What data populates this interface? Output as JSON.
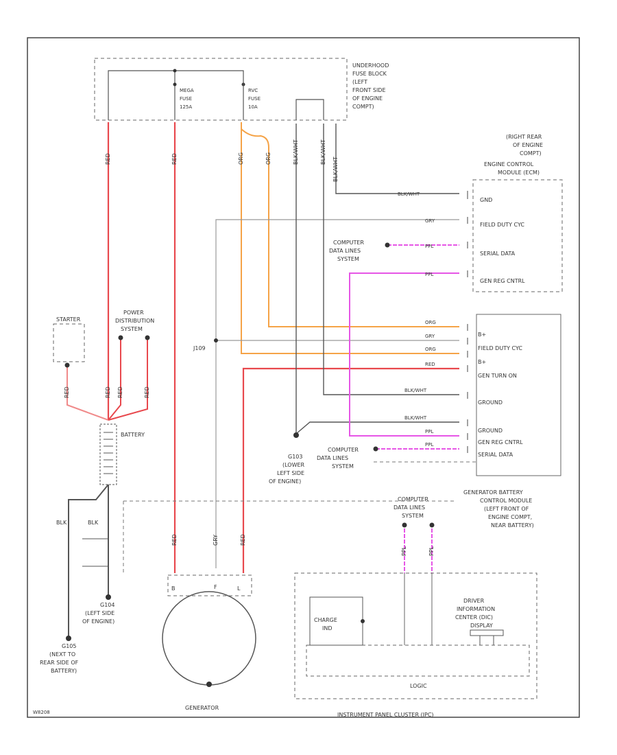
{
  "colors": {
    "red": "#e8484d",
    "red_light": "#f08a8a",
    "orange": "#f5a347",
    "magenta": "#e655e6",
    "black": "#333333",
    "gray": "#999999",
    "frame": "#444444"
  },
  "underhood_fuse_block": {
    "label": [
      "UNDERHOOD",
      "FUSE BLOCK",
      "(LEFT",
      "FRONT SIDE",
      "OF ENGINE",
      "COMPT)"
    ]
  },
  "fuses": [
    {
      "label": [
        "MEGA",
        "FUSE",
        "125A"
      ]
    },
    {
      "label": [
        "RVC",
        "FUSE",
        "10A"
      ]
    }
  ],
  "ecm": {
    "location": [
      "(RIGHT REAR",
      "OF ENGINE",
      "COMPT)"
    ],
    "name": [
      "ENGINE CONTROL",
      "MODULE (ECM)"
    ],
    "pins": [
      {
        "label": "GND",
        "wire": "BLK/WHT"
      },
      {
        "label": "FIELD DUTY CYC",
        "wire": "GRY"
      },
      {
        "label": "SERIAL DATA",
        "wire": "PPL"
      },
      {
        "label": "GEN REG CNTRL",
        "wire": "PPL"
      }
    ]
  },
  "gbcm": {
    "pins": [
      {
        "label": "B+",
        "wire": "ORG"
      },
      {
        "label": "FIELD DUTY CYC",
        "wire": "GRY"
      },
      {
        "label": "B+",
        "wire": "ORG"
      },
      {
        "label": "GEN TURN ON",
        "wire": "RED"
      },
      {
        "label": "GROUND",
        "wire": "BLK/WHT"
      },
      {
        "label": "GROUND",
        "wire": "BLK/WHT"
      },
      {
        "label": "GEN REG CNTRL",
        "wire": "PPL"
      },
      {
        "label": "SERIAL DATA",
        "wire": "PPL"
      }
    ],
    "name": [
      "GENERATOR BATTERY",
      "CONTROL MODULE",
      "(LEFT FRONT OF",
      "ENGINE COMPT,",
      "NEAR BATTERY)"
    ]
  },
  "computer_data_lines": [
    "COMPUTER",
    "DATA LINES",
    "SYSTEM"
  ],
  "starter": "STARTER",
  "power_distribution": [
    "POWER",
    "DISTRIBUTION",
    "SYSTEM"
  ],
  "battery": "BATTERY",
  "junction": "J109",
  "ground_g103": [
    "G103",
    "(LOWER",
    "LEFT SIDE",
    "OF ENGINE)"
  ],
  "ground_g104": [
    "G104",
    "(LEFT SIDE",
    "OF ENGINE)"
  ],
  "ground_g105": [
    "G105",
    "(NEXT TO",
    "REAR SIDE OF",
    "BATTERY)"
  ],
  "blk_labels": [
    "BLK",
    "BLK"
  ],
  "generator": {
    "name": "GENERATOR",
    "terminals": [
      "B",
      "F",
      "L"
    ]
  },
  "ipc": {
    "name": "INSTRUMENT PANEL CLUSTER (IPC)",
    "charge_ind": [
      "CHARGE",
      "IND"
    ],
    "dic": [
      "DRIVER",
      "INFORMATION",
      "CENTER (DIC)",
      "DISPLAY"
    ],
    "logic": "LOGIC"
  },
  "diagram_code": "W8208"
}
